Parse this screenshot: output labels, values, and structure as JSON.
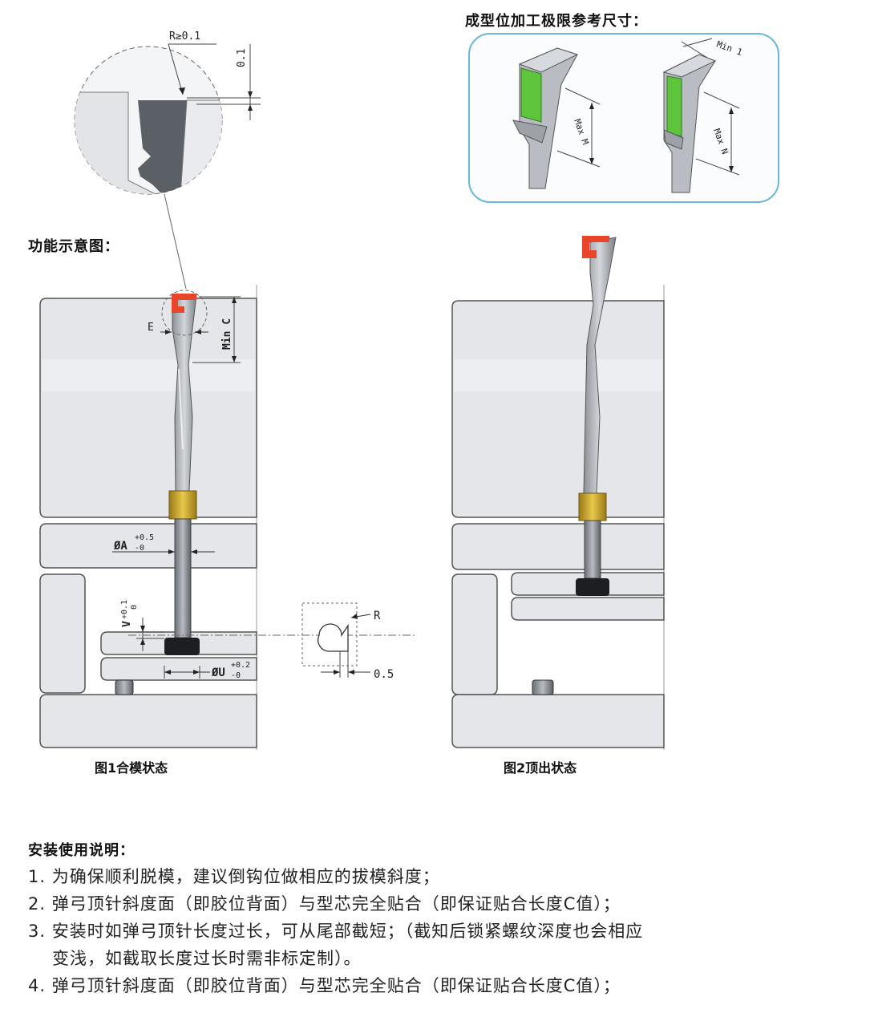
{
  "headings": {
    "limits_title": "成型位加工极限参考尺寸：",
    "function_title": "功能示意图："
  },
  "detail_labels": {
    "radius": "R≥0.1",
    "depth": "0.1",
    "min_1": "Min 1",
    "max_m": "Max M",
    "max_n": "Max N"
  },
  "dimension_labels": {
    "e": "E",
    "min_c": "Min C",
    "dia_a": "ØA",
    "dia_a_tol_upper": "+0.5",
    "dia_a_tol_lower": "-0",
    "v": "V",
    "v_tol_upper": "+0.1",
    "v_tol_lower": "0",
    "dia_u": "ØU",
    "dia_u_tol_upper": "+0.2",
    "dia_u_tol_lower": "-0",
    "r": "R",
    "offset": "0.5"
  },
  "captions": {
    "fig1": "图1合模状态",
    "fig2": "图2顶出状态"
  },
  "instructions": {
    "title": "安装使用说明：",
    "items": [
      "1. 为确保顺利脱模，建议倒钩位做相应的拔模斜度；",
      "2. 弹弓顶针斜度面（即胶位背面）与型芯完全贴合（即保证贴合长度C值）；",
      "3. 安装时如弹弓顶针长度过长，可从尾部截短；（截知后锁紧螺纹深度也会相应",
      "变浅，如截取长度过长时需非标定制）。",
      "4. 弹弓顶针斜度面（即胶位背面）与型芯完全贴合（即保证贴合长度C值）；"
    ]
  },
  "colors": {
    "highlight_red": "#e8452a",
    "green_zone": "#5ec43c",
    "bushing_gold": "#c9a227",
    "callout_border": "#6ab7d8",
    "plate_fill": "#e4e6ea"
  }
}
